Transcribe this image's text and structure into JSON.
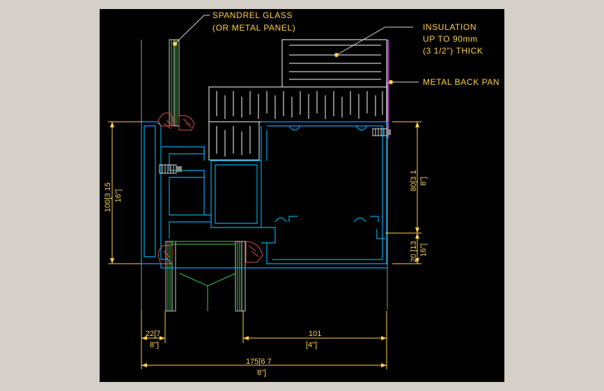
{
  "labels": {
    "spandrel_1": "SPANDREL GLASS",
    "spandrel_2": "(OR METAL PANEL)",
    "insulation_1": "INSULATION",
    "insulation_2": "UP TO 90mm",
    "insulation_3": "(3 1/2\") THICK",
    "back_pan": "METAL BACK PAN"
  },
  "dimensions": {
    "left_height_1": "100[3 15",
    "left_height_2": "16\"]",
    "right_upper_1": "80[3 1",
    "right_upper_2": "8\"]",
    "right_lower_1": "20 [13",
    "right_lower_2": "16\"]",
    "bottom_small_1": "22[7",
    "bottom_small_2": "8\"]",
    "bottom_mid_1": "101",
    "bottom_mid_2": "[4\"]",
    "bottom_total_1": "175[6 7",
    "bottom_total_2": "8\"]"
  },
  "colors": {
    "background": "#000000",
    "frame": "#00a8e8",
    "annotation": "#ffd24a",
    "gasket": "#e05050",
    "glass": "#3fd03f",
    "insulation": "#ffffff",
    "back_pan": "#b040c0"
  }
}
